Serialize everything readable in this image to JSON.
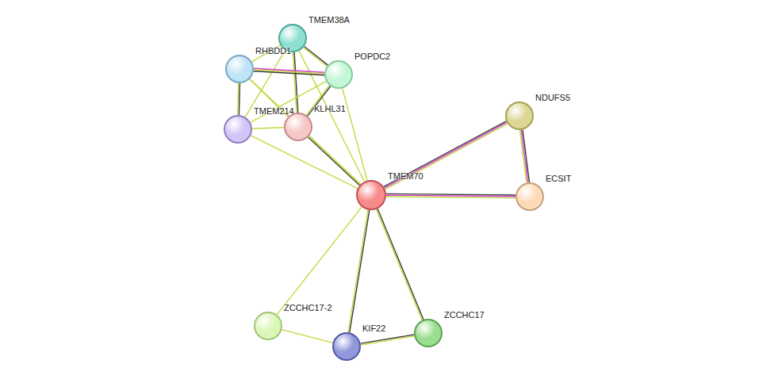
{
  "diagram": {
    "nodes": [
      {
        "text": [
          "TMEM38A"
        ]
      },
      {
        "text": [
          "RHBDD1"
        ]
      },
      {
        "text": [
          "POPDC2"
        ]
      },
      {
        "text": [
          "TMEM214"
        ]
      },
      {
        "text": [
          "KLHL31"
        ]
      },
      {
        "text": [
          "NDUFS5"
        ]
      },
      {
        "text": [
          "TMEM70"
        ]
      },
      {
        "text": [
          "ECSIT"
        ]
      },
      {
        "text": [
          "ZCCHC17-2"
        ]
      },
      {
        "text": [
          "KIF22"
        ]
      },
      {
        "text": [
          "ZCCHC17"
        ]
      }
    ],
    "edges": [
      {
        "from": 6,
        "to": 5,
        "arrow": "none"
      },
      {
        "from": 6,
        "to": 7,
        "arrow": "none"
      },
      {
        "from": 5,
        "to": 7,
        "arrow": "none"
      },
      {
        "from": 6,
        "to": 9,
        "arrow": "none"
      },
      {
        "from": 6,
        "to": 10,
        "arrow": "none"
      },
      {
        "from": 6,
        "to": 8,
        "arrow": "none"
      },
      {
        "from": 9,
        "to": 10,
        "arrow": "none"
      },
      {
        "from": 8,
        "to": 9,
        "arrow": "none"
      },
      {
        "from": 6,
        "to": 4,
        "arrow": "none"
      },
      {
        "from": 6,
        "to": 3,
        "arrow": "none"
      },
      {
        "from": 6,
        "to": 0,
        "arrow": "none"
      },
      {
        "from": 6,
        "to": 2,
        "arrow": "none"
      },
      {
        "from": 6,
        "to": 1,
        "arrow": "none"
      },
      {
        "from": 0,
        "to": 4,
        "arrow": "none"
      },
      {
        "from": 0,
        "to": 2,
        "arrow": "none"
      },
      {
        "from": 0,
        "to": 1,
        "arrow": "none"
      },
      {
        "from": 0,
        "to": 3,
        "arrow": "none"
      },
      {
        "from": 1,
        "to": 2,
        "arrow": "none"
      },
      {
        "from": 1,
        "to": 3,
        "arrow": "none"
      },
      {
        "from": 1,
        "to": 4,
        "arrow": "none"
      },
      {
        "from": 2,
        "to": 4,
        "arrow": "none"
      },
      {
        "from": 2,
        "to": 3,
        "arrow": "none"
      },
      {
        "from": 3,
        "to": 4,
        "arrow": "none"
      }
    ]
  }
}
